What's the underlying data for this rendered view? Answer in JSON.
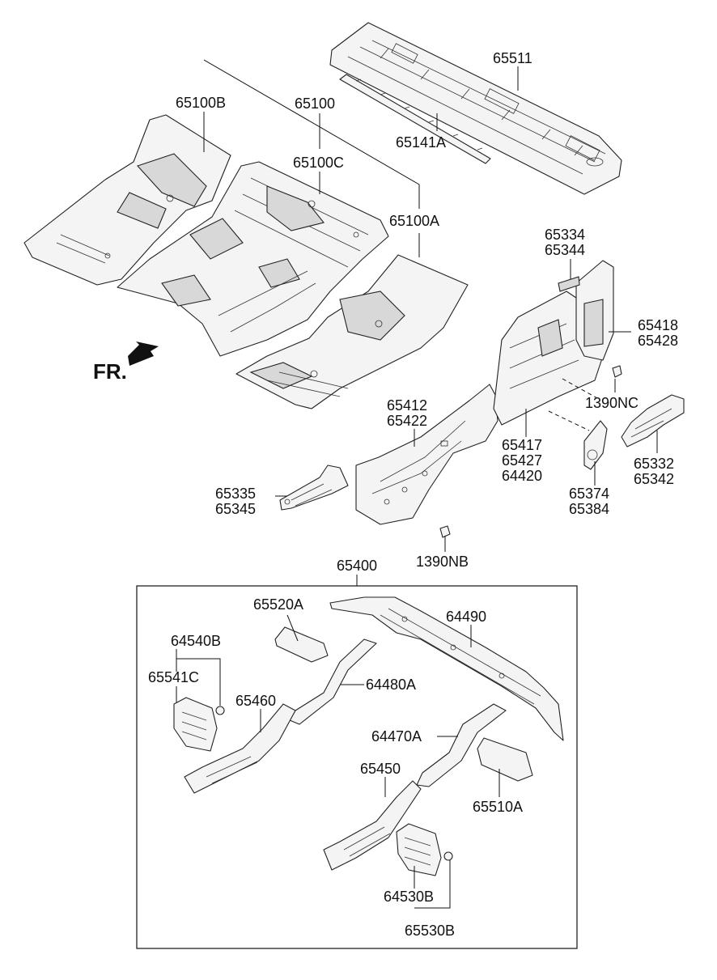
{
  "callouts": {
    "p65511": "65511",
    "p65141A": "65141A",
    "p65100B": "65100B",
    "p65100": "65100",
    "p65100C": "65100C",
    "p65100A": "65100A",
    "p65334": "65334",
    "p65344": "65344",
    "p65418": "65418",
    "p65428": "65428",
    "p1390NC": "1390NC",
    "p65412": "65412",
    "p65422": "65422",
    "p65417": "65417",
    "p65427": "65427",
    "p64420": "64420",
    "p65332": "65332",
    "p65342": "65342",
    "p65335": "65335",
    "p65345": "65345",
    "p65374": "65374",
    "p65384": "65384",
    "p1390NB": "1390NB",
    "p65400": "65400",
    "p65520A": "65520A",
    "p64490": "64490",
    "p64540B": "64540B",
    "p65541C": "65541C",
    "p65460": "65460",
    "p64480A": "64480A",
    "p64470A": "64470A",
    "p65450": "65450",
    "p65510A": "65510A",
    "p64530B": "64530B",
    "p65530B": "65530B"
  },
  "direction": {
    "label": "FR."
  }
}
